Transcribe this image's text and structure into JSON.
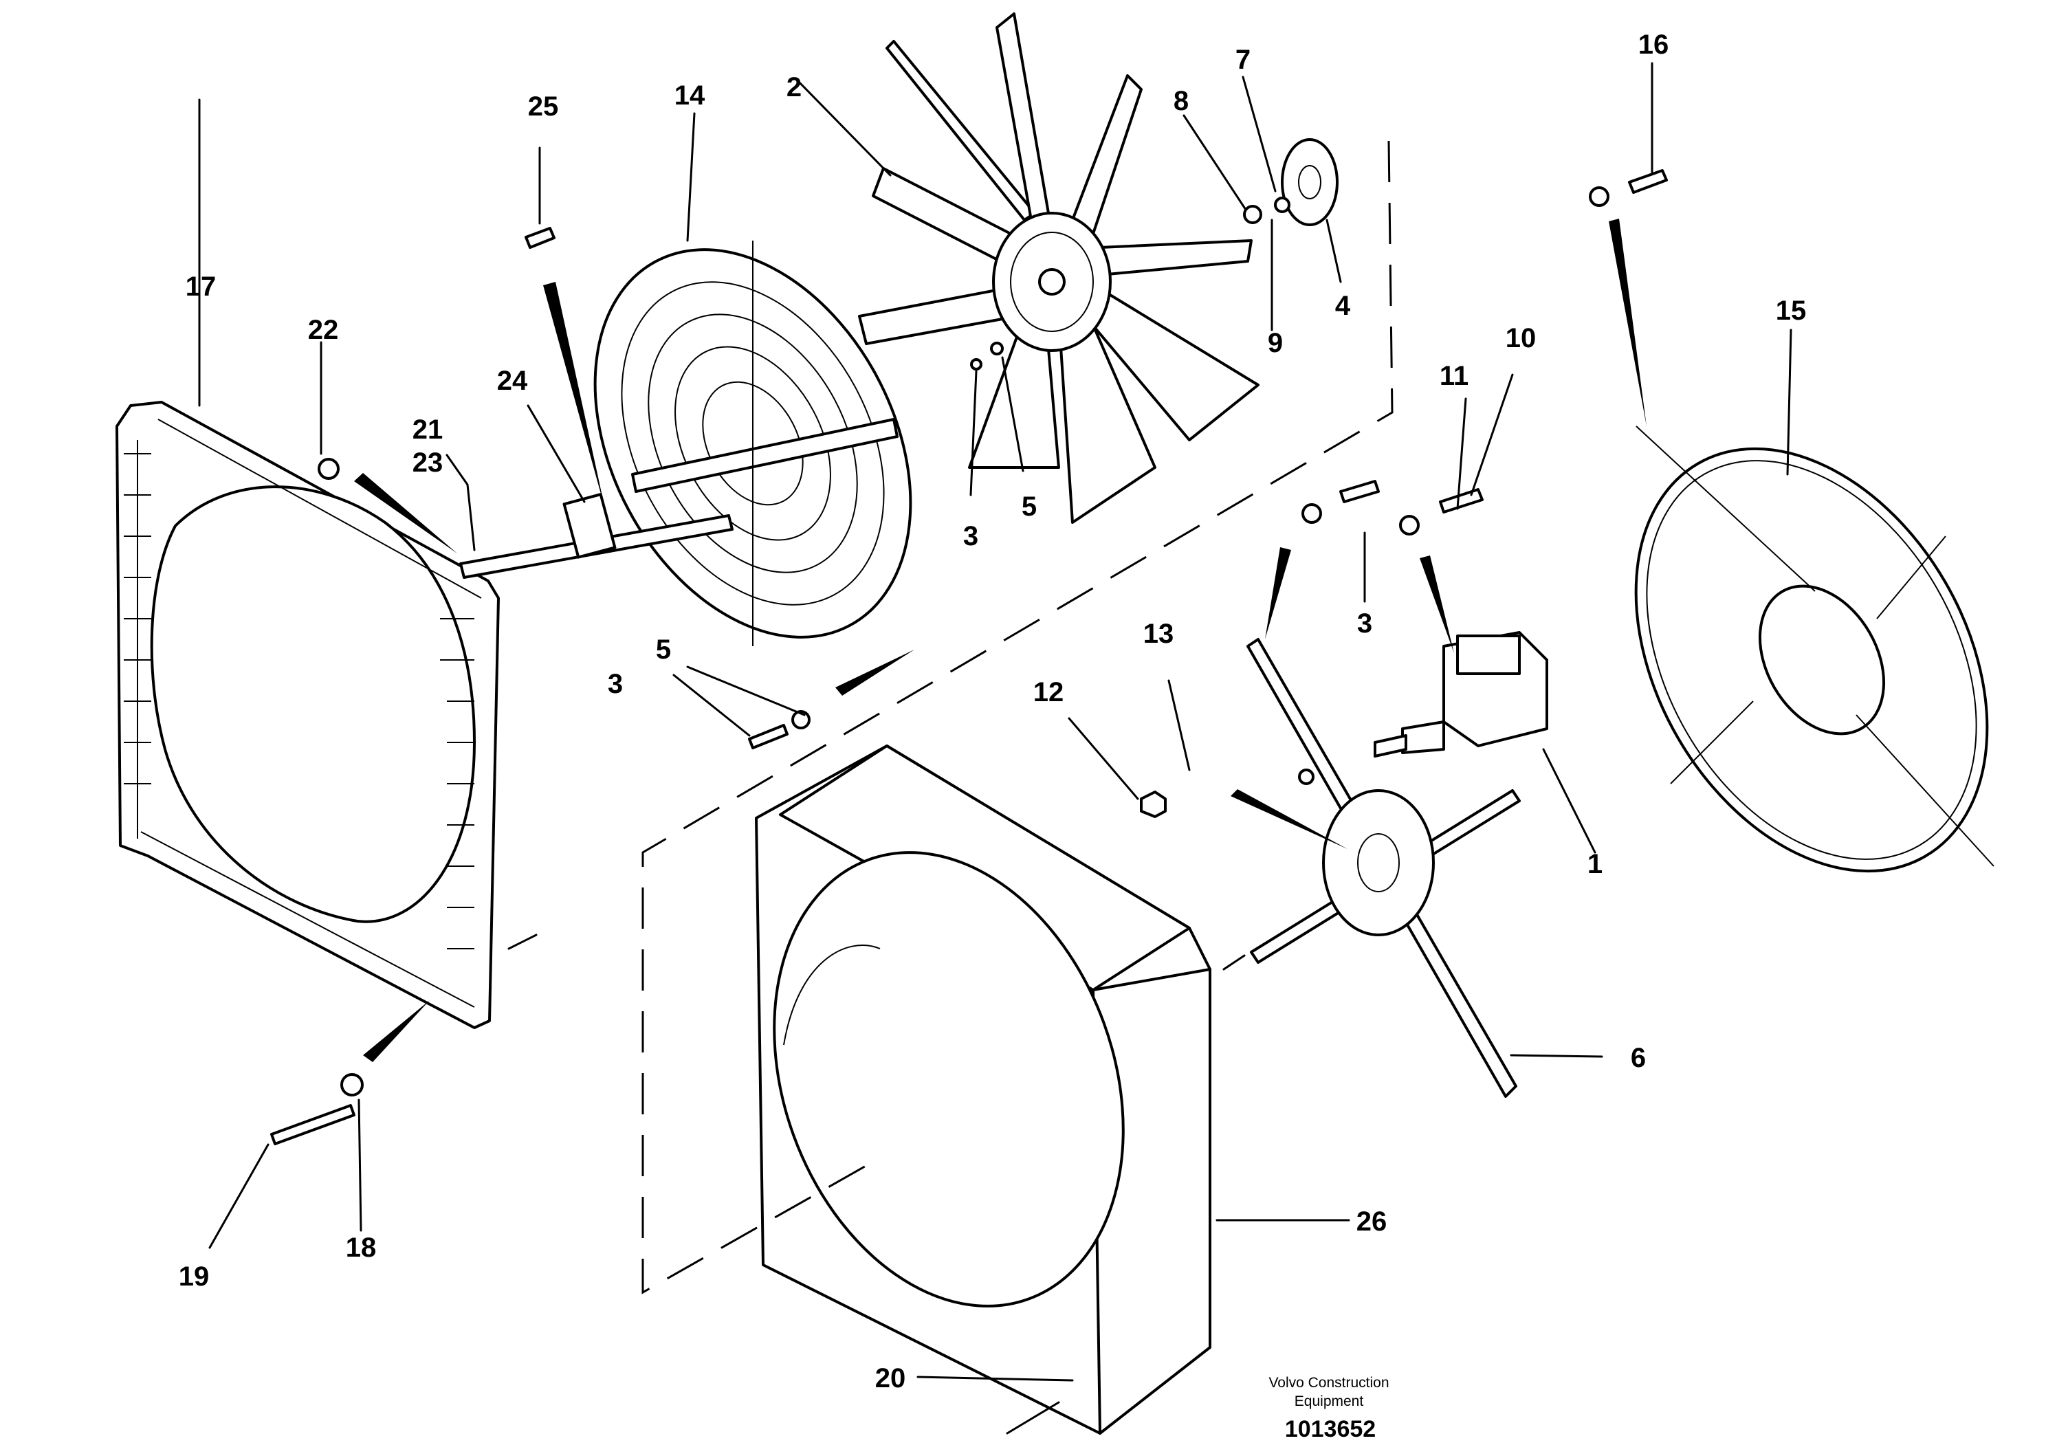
{
  "figure": {
    "callouts": [
      "1",
      "2",
      "3",
      "3",
      "3",
      "4",
      "5",
      "5",
      "6",
      "7",
      "8",
      "9",
      "10",
      "11",
      "12",
      "13",
      "14",
      "15",
      "16",
      "17",
      "18",
      "19",
      "20",
      "21",
      "23",
      "22",
      "24",
      "25",
      "26"
    ],
    "brand_line1": "Volvo Construction",
    "brand_line2": "Equipment",
    "doc_number": "1013652"
  }
}
